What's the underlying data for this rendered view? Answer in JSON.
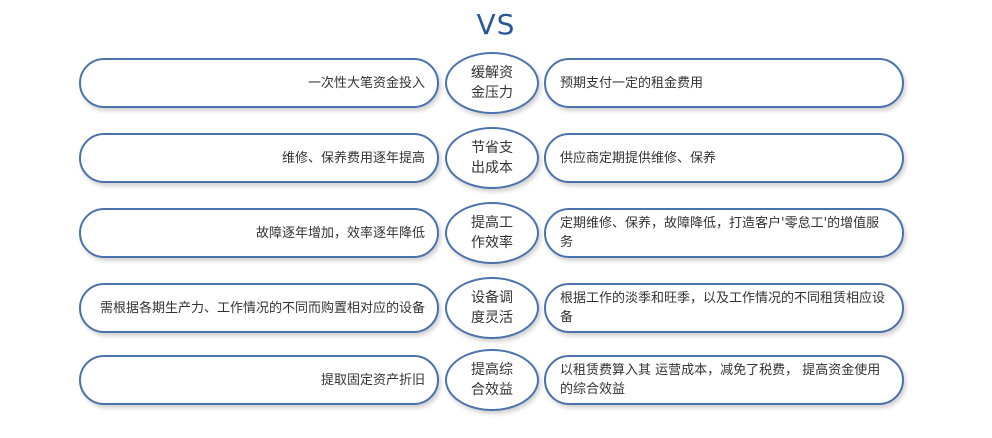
{
  "title": "VS",
  "rows": [
    {
      "left": "一次性大笔资金投入",
      "center": "缓解资金压力",
      "right": "预期支付一定的租金费用"
    },
    {
      "left": "维修、保养费用逐年提高",
      "center": "节省支出成本",
      "right": "供应商定期提供维修、保养"
    },
    {
      "left": "故障逐年增加，效率逐年降低",
      "center": "提高工作效率",
      "right": "定期维修、保养，故障降低，打造客户'零怠工'的增值服务"
    },
    {
      "left": "需根据各期生产力、工作情况的不同而购置相对应的设备",
      "center": "设备调度灵活",
      "right": "根据工作的淡季和旺季，以及工作情况的不同租赁相应设备"
    },
    {
      "left": "提取固定资产折旧",
      "center": "提高综合效益",
      "right": "以租赁费算入其 运营成本，减免了税费， 提高资金使用的综合效益"
    }
  ]
}
